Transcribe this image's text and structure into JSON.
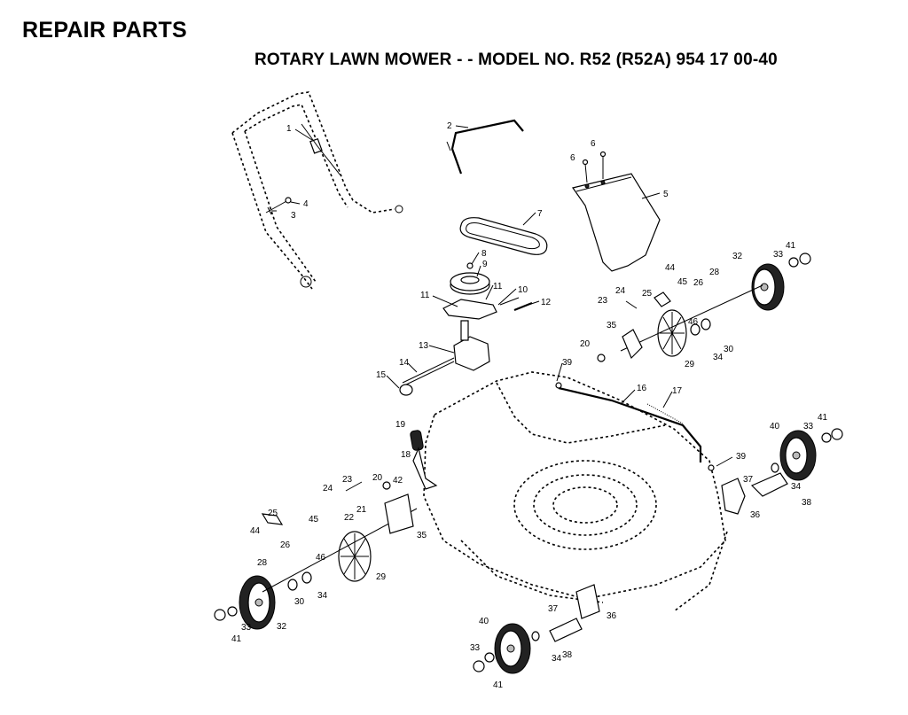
{
  "header": {
    "title": "REPAIR PARTS",
    "subtitle": "ROTARY LAWN MOWER - - MODEL NO. R52 (R52A) 954 17 00-40"
  },
  "callouts": {
    "handle_cable": "1",
    "rear_shield_rod": "2",
    "handle_bolt": "3",
    "handle_knob": "4",
    "grass_bag_chute": "5",
    "chute_screw_a": "6",
    "chute_screw_b": "6",
    "drive_belt": "7",
    "pulley_nut": "8",
    "pulley": "9",
    "belt_guide": "10",
    "bracket_left": "11",
    "bracket_right": "11",
    "spring_pin": "12",
    "transmission": "13",
    "drive_shaft": "14",
    "shaft_bushing": "15",
    "height_rod": "16",
    "rod_spring": "17",
    "lever_bracket": "18",
    "lever_knob": "19",
    "washer_upper_20": "20",
    "washer_lower_20": "20",
    "pin_21": "21",
    "bolt_22": "22",
    "nut_upper_23": "23",
    "nut_lower_23": "23",
    "screw_upper_24": "24",
    "screw_lower_24": "24",
    "cover_upper_25": "25",
    "cover_lower_25": "25",
    "bearing_upper_26": "26",
    "bearing_lower_26": "26",
    "washer_upper_28": "28",
    "washer_lower_28": "28",
    "gear_upper_29": "29",
    "gear_lower_29": "29",
    "pinion_upper_30": "30",
    "pinion_lower_30": "30",
    "rear_wheel_upper_32": "32",
    "rear_wheel_lower_32": "32",
    "bolt_upper_33": "33",
    "bolt_mid_33": "33",
    "bolt_lower_33": "33",
    "bolt_front_33": "33",
    "washer_upper_34": "34",
    "washer_lower_34": "34",
    "washer_front_34": "34",
    "washer_right_34": "34",
    "bracket_upper_35": "35",
    "bracket_lower_35": "35",
    "height_adjuster_right_36": "36",
    "height_adjuster_front_36": "36",
    "arm_right_37": "37",
    "arm_front_37": "37",
    "spring_right_38": "38",
    "spring_front_38": "38",
    "clip_upper_39": "39",
    "clip_lower_39": "39",
    "front_wheel_right_40": "40",
    "front_wheel_front_40": "40",
    "hubcap_upper_41": "41",
    "hubcap_mid_41": "41",
    "hubcap_lower_41": "41",
    "hubcap_front_41": "41",
    "washer_42": "42",
    "pin_upper_44": "44",
    "pin_lower_44": "44",
    "spacer_upper_45": "45",
    "spacer_lower_45": "45",
    "washer_upper_46": "46",
    "washer_lower_46": "46"
  }
}
